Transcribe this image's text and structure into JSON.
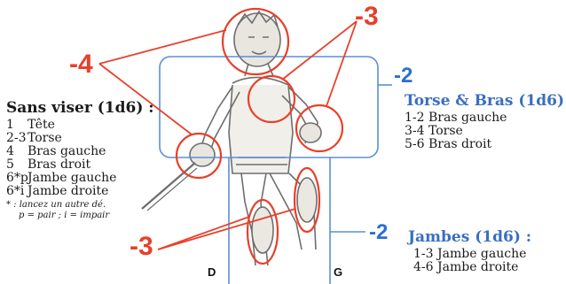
{
  "modifiers": {
    "head": "-4",
    "torso_arms": "-3",
    "legs": "-3"
  },
  "zones": {
    "torso_arms": {
      "modifier": "-2",
      "title": "Torse & Bras (1d6) :",
      "rows": [
        "1-2 Bras gauche",
        "3-4 Torse",
        "5-6 Bras droit"
      ]
    },
    "legs": {
      "modifier": "-2",
      "title": "Jambes (1d6) :",
      "rows": [
        "1-3 Jambe gauche",
        "4-6 Jambe droite"
      ]
    }
  },
  "unaimed": {
    "title": "Sans viser (1d6) :",
    "rows": [
      {
        "roll": "1",
        "location": "Tête"
      },
      {
        "roll": "2-3",
        "location": "Torse"
      },
      {
        "roll": "4",
        "location": "Bras gauche"
      },
      {
        "roll": "5",
        "location": "Bras droit"
      },
      {
        "roll": "6*p",
        "location": "Jambe gauche"
      },
      {
        "roll": "6*i",
        "location": "Jambe droite"
      }
    ],
    "note_line1": "* : lancez un autre dé.",
    "note_line2": "p = pair ; i = impair"
  },
  "feet": {
    "left": "D",
    "right": "G"
  },
  "colors": {
    "red": "#e8402a",
    "blue": "#2b6fd1",
    "figure": "#6e6e6e"
  }
}
